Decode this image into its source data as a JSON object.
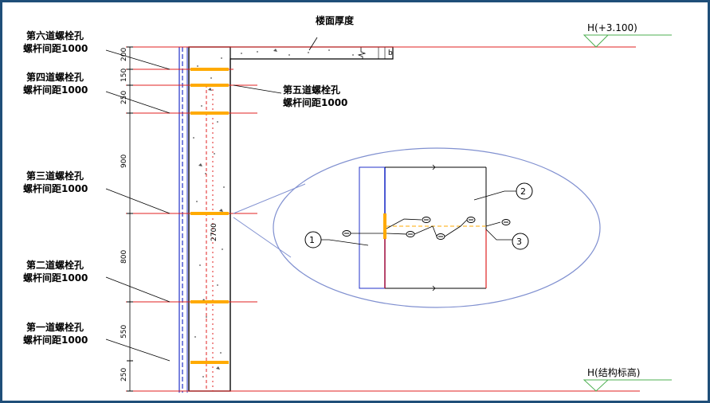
{
  "top_label": "楼面厚度",
  "elevations": {
    "top": "H(+3.100)",
    "bottom": "H(结构标高)"
  },
  "bolt_holes": [
    {
      "name": "第六道螺栓孔",
      "spacing": "螺杆间距1000"
    },
    {
      "name": "第四道螺栓孔",
      "spacing": "螺杆间距1000"
    },
    {
      "name": "第五道螺栓孔",
      "spacing": "螺杆间距1000"
    },
    {
      "name": "第三道螺栓孔",
      "spacing": "螺杆间距1000"
    },
    {
      "name": "第二道螺栓孔",
      "spacing": "螺杆间距1000"
    },
    {
      "name": "第一道螺栓孔",
      "spacing": "螺杆间距1000"
    }
  ],
  "dimensions": [
    "200",
    "150",
    "250",
    "900",
    "800",
    "550",
    "250",
    "2700"
  ],
  "detail_callouts": [
    "1",
    "2",
    "3"
  ],
  "colors": {
    "border": "#1f4e79",
    "red": "#e02020",
    "blue": "#2030c8",
    "orange": "#ffaa00",
    "green": "#4caf50",
    "ellipse": "#8090d0"
  }
}
